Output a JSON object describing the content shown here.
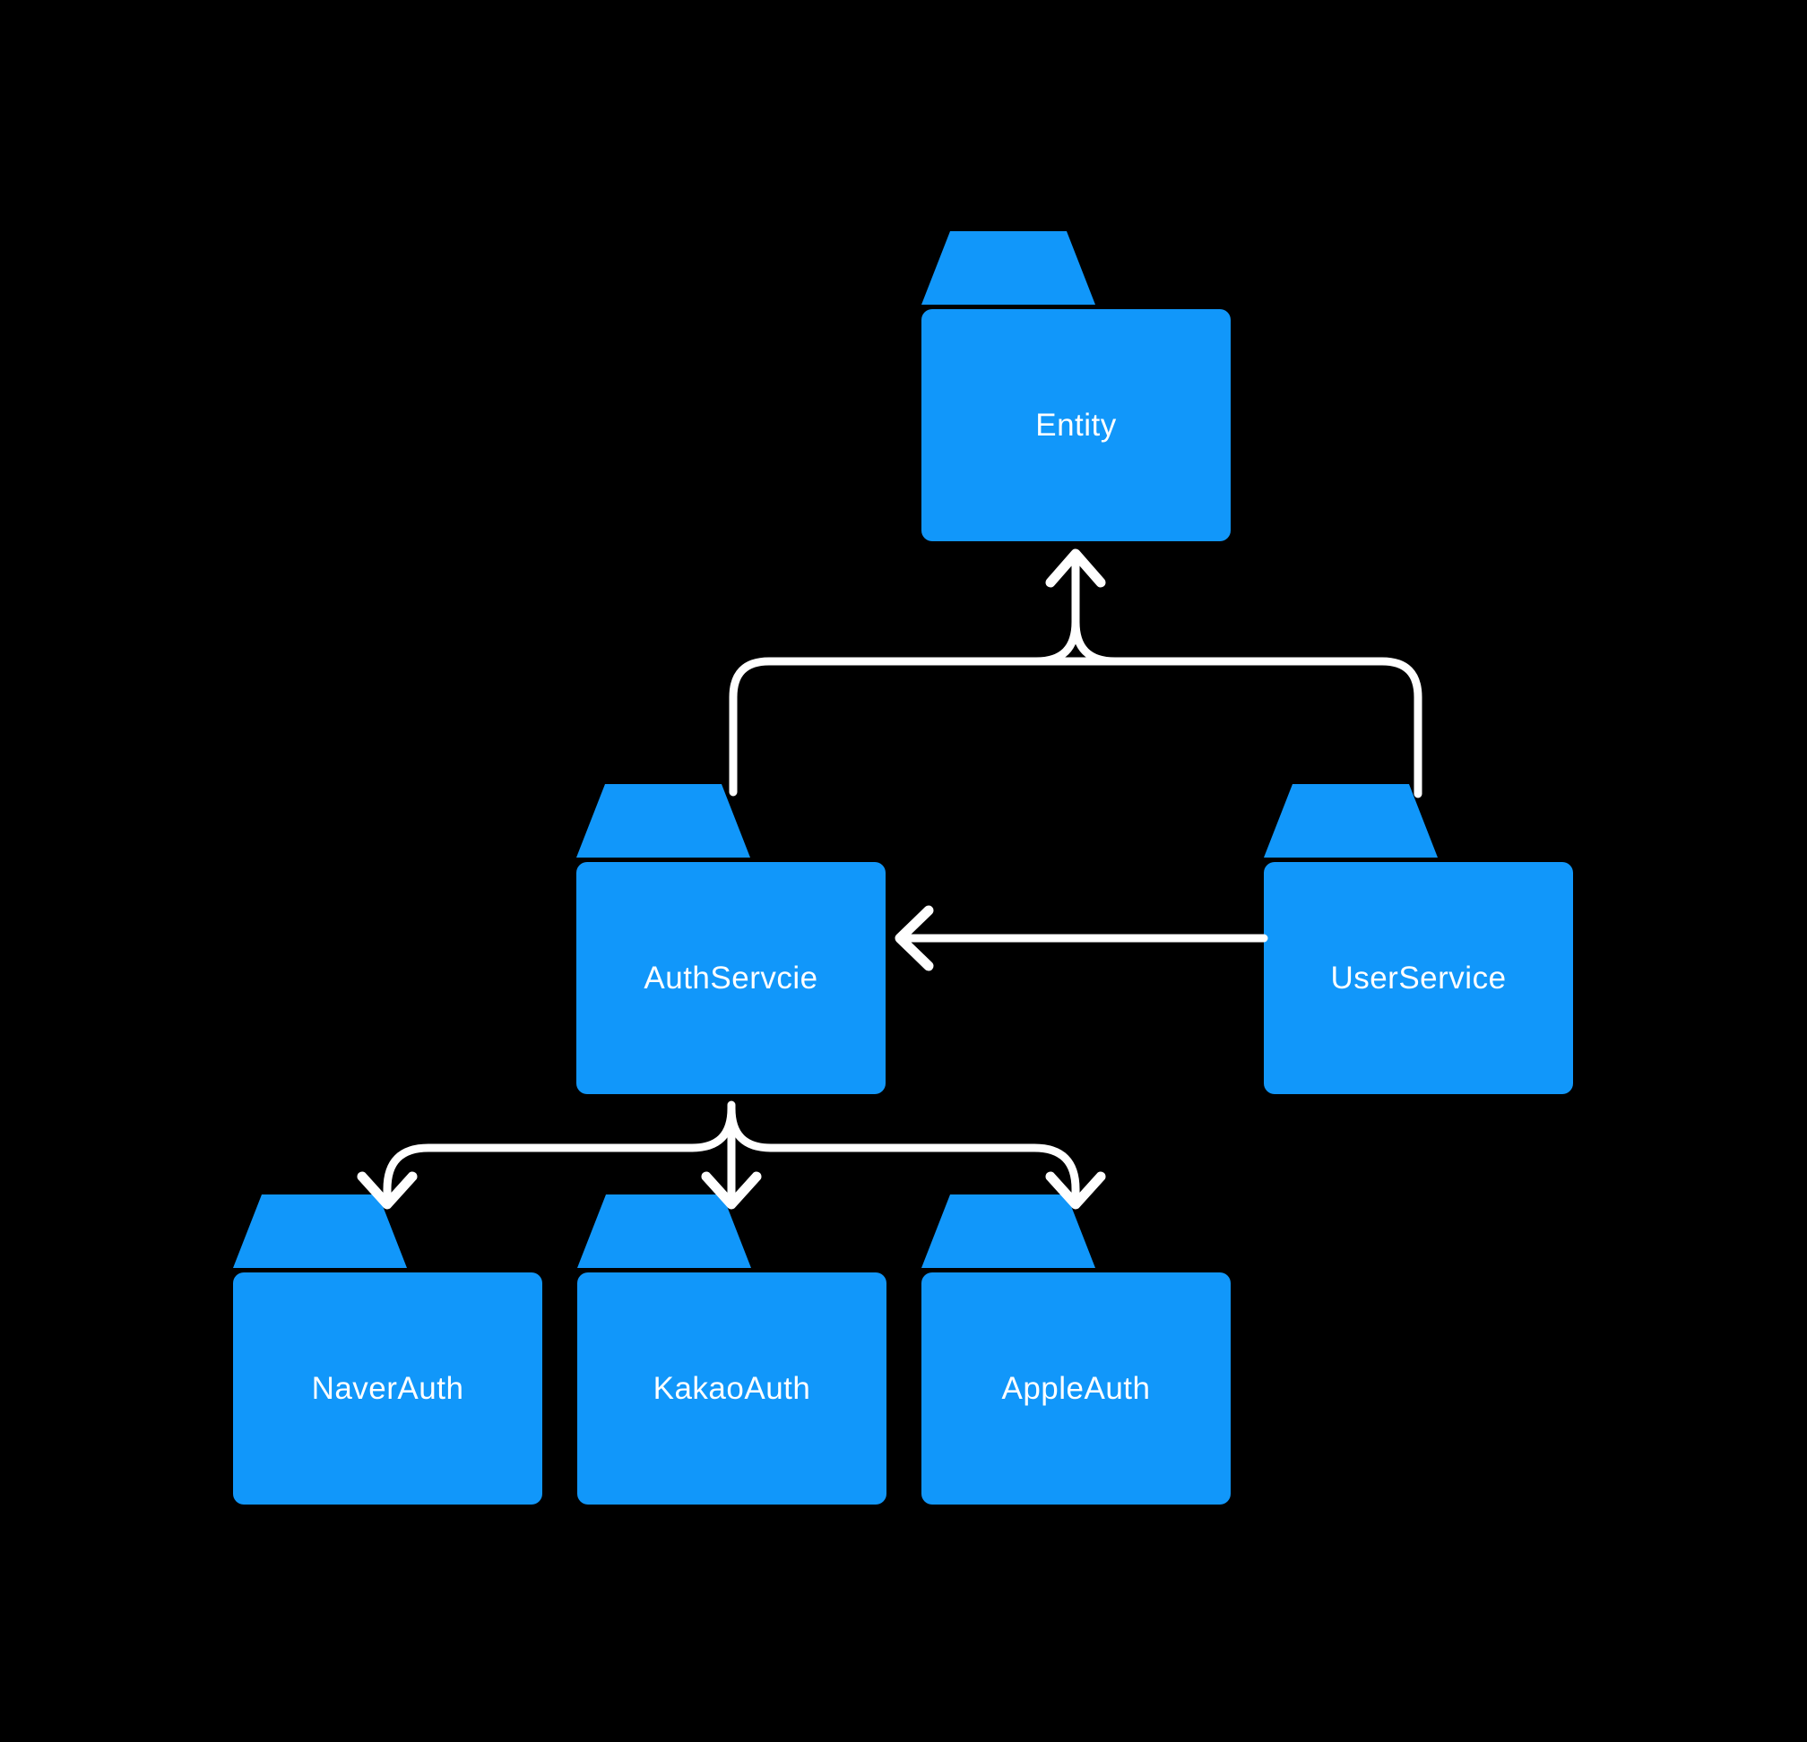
{
  "diagram": {
    "nodes": [
      {
        "id": "entity",
        "label": "Entity"
      },
      {
        "id": "authservcie",
        "label": "AuthServcie"
      },
      {
        "id": "userservice",
        "label": "UserService"
      },
      {
        "id": "naverauth",
        "label": "NaverAuth"
      },
      {
        "id": "kakaoauth",
        "label": "KakaoAuth"
      },
      {
        "id": "appleauth",
        "label": "AppleAuth"
      }
    ],
    "edges": [
      {
        "from": "AuthServcie",
        "to": "Entity",
        "style": "elbow-merge-up-arrow"
      },
      {
        "from": "UserService",
        "to": "Entity",
        "style": "elbow-merge-up-arrow"
      },
      {
        "from": "UserService",
        "to": "AuthServcie",
        "style": "straight-left-arrow"
      },
      {
        "from": "AuthServcie",
        "to": "NaverAuth",
        "style": "elbow-split-down-arrow"
      },
      {
        "from": "AuthServcie",
        "to": "KakaoAuth",
        "style": "straight-down-arrow"
      },
      {
        "from": "AuthServcie",
        "to": "AppleAuth",
        "style": "elbow-split-down-arrow"
      }
    ],
    "colors": {
      "background": "#000000",
      "node_fill": "#1197fa",
      "arrow": "#ffffff",
      "label_text": "#ffffff"
    }
  }
}
